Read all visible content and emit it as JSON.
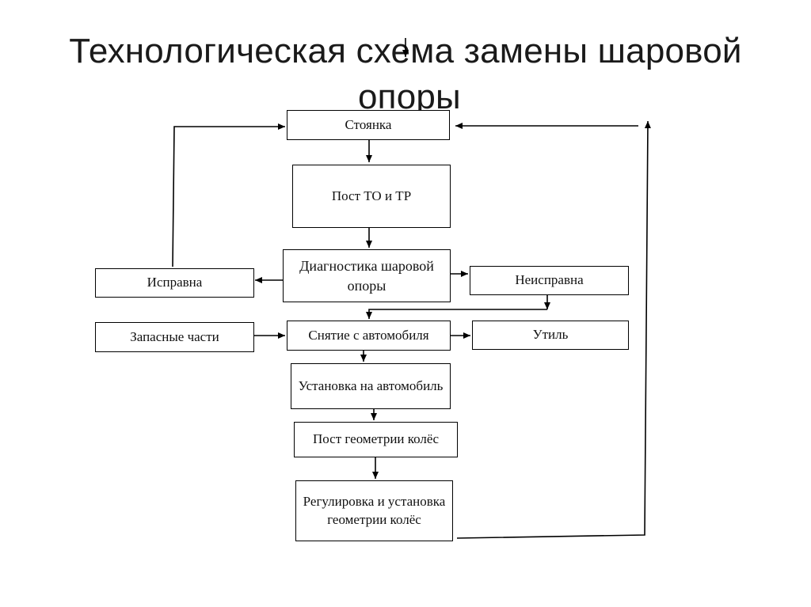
{
  "title": {
    "line1": "Технологическая схема замены шаровой",
    "line2": "опоры"
  },
  "nodes": {
    "parking": "Стоянка",
    "post_to_tr": "Пост ТО и ТР",
    "diagnostics": "Диагностика шаровой опоры",
    "ok": "Исправна",
    "faulty": "Неисправна",
    "spare_parts": "Запасные части",
    "removal": "Снятие с автомобиля",
    "scrap": "Утиль",
    "installation": "Установка на автомобиль",
    "geometry_post": "Пост геометрии колёс",
    "adjustment": "Регулировка и установка геометрии колёс"
  }
}
